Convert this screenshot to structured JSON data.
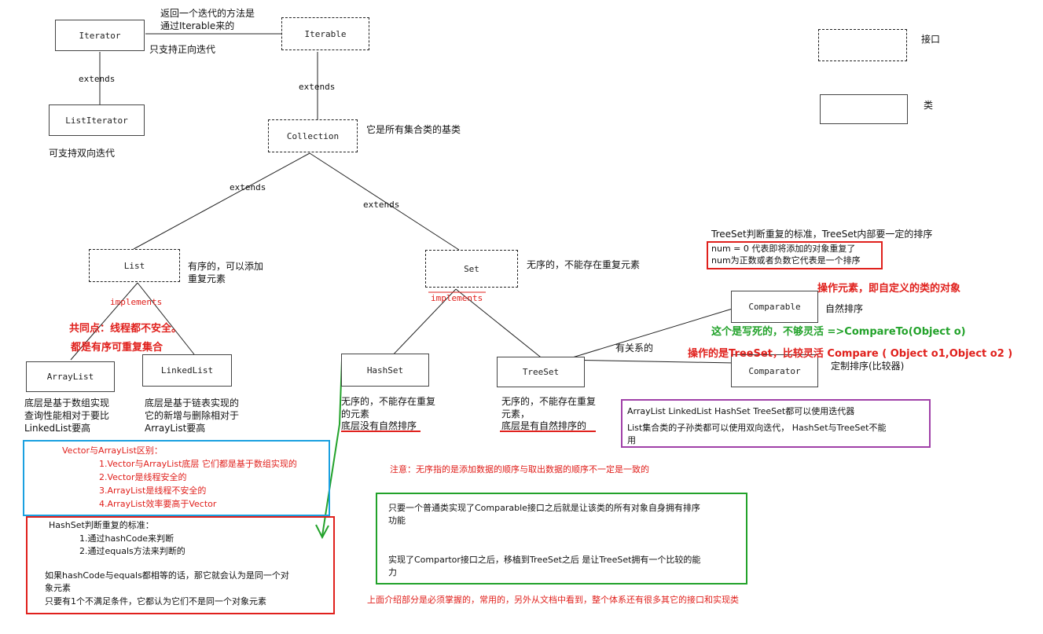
{
  "nodes": {
    "iterator": "Iterator",
    "iterable": "Iterable",
    "list_iterator": "ListIterator",
    "collection": "Collection",
    "list": "List",
    "set": "Set",
    "array_list": "ArrayList",
    "linked_list": "LinkedList",
    "hash_set": "HashSet",
    "tree_set": "TreeSet",
    "comparable": "Comparable",
    "comparator": "Comparator"
  },
  "legend": {
    "interface": "接口",
    "class": "类"
  },
  "edge_labels": {
    "extends_1": "extends",
    "extends_2": "extends",
    "extends_3": "extends",
    "extends_4": "extends",
    "implements_1": "implements",
    "implements_2": "implements",
    "related": "有关系的"
  },
  "notes": {
    "iterable_note_1": "返回一个迭代的方法是",
    "iterable_note_2": "通过Iterable来的",
    "iterator_forward": "只支持正向迭代",
    "list_iterator_note": "可支持双向迭代",
    "collection_note": "它是所有集合类的基类",
    "list_note": "有序的，可以添加\n重复元素",
    "set_note": "无序的，不能存在重复元素",
    "common_1": "共同点：线程都不安全。",
    "common_2": "都是有序可重复集合",
    "arraylist_note": "底层是基于数组实现\n查询性能相对于要比\nLinkedList要高",
    "linkedlist_note": "底层是基于链表实现的\n它的新增与删除相对于\nArrayList要高",
    "hashset_note": "无序的，不能存在重复\n的元素",
    "hashset_underline": "底层没有自然排序",
    "treeset_note": "无序的，不能存在重复\n元素，",
    "treeset_underline": "底层是有自然排序的",
    "comparable_note": "自然排序",
    "comparator_note": "定制排序(比较器)",
    "operate_element": "操作元素，即自定义的类的对象",
    "hardcoded": "这个是写死的，不够灵活 =>CompareTo(Object o)",
    "operate_treeset": "操作的是TreeSet，比较灵活 Compare ( Object o1,Object o2 )",
    "treeset_standard_title": "TreeSet判断重复的标准，TreeSet内部要一定的排序",
    "treeset_standard_1": "num = 0  代表即将添加的对象重复了",
    "treeset_standard_2": "num为正数或者负数它代表是一个排序",
    "iterators_all": "ArrayList LinkedList    HashSet   TreeSet都可以使用迭代器",
    "iterators_list": "List集合类的子孙类都可以使用双向迭代， HashSet与TreeSet不能\n用",
    "vector_title": "Vector与ArrayList区别：",
    "vector_1": "1.Vector与ArrayList底层 它们都是基于数组实现的",
    "vector_2": "2.Vector是线程安全的",
    "vector_3": "3.ArrayList是线程不安全的",
    "vector_4": "4.ArrayList效率要高于Vector",
    "notice": "注意：无序指的是添加数据的顺序与取出数据的顺序不一定是一致的",
    "hashset_std_title": "HashSet判断重复的标准：",
    "hashset_std_1": "1.通过hashCode来判断",
    "hashset_std_2": "2.通过equals方法来判断的",
    "hashset_std_3": "如果hashCode与equals都相等的话，那它就会认为是同一个对\n象元素",
    "hashset_std_4": "只要有1个不满足条件，它都认为它们不是同一个对象元素",
    "comparable_expl": "只要一个普通类实现了Comparable接口之后就是让该类的所有对象自身拥有排序\n功能",
    "comparator_expl": "实现了Compartor接口之后，移植到TreeSet之后 是让TreeSet拥有一个比较的能\n力",
    "footer": "上面介绍部分是必须掌握的，常用的，另外从文档中看到，整个体系还有很多其它的接口和实现类"
  },
  "colors": {
    "red": "#e0201c",
    "blue": "#1aa0e0",
    "green": "#22a22a",
    "purple": "#a040a8"
  }
}
